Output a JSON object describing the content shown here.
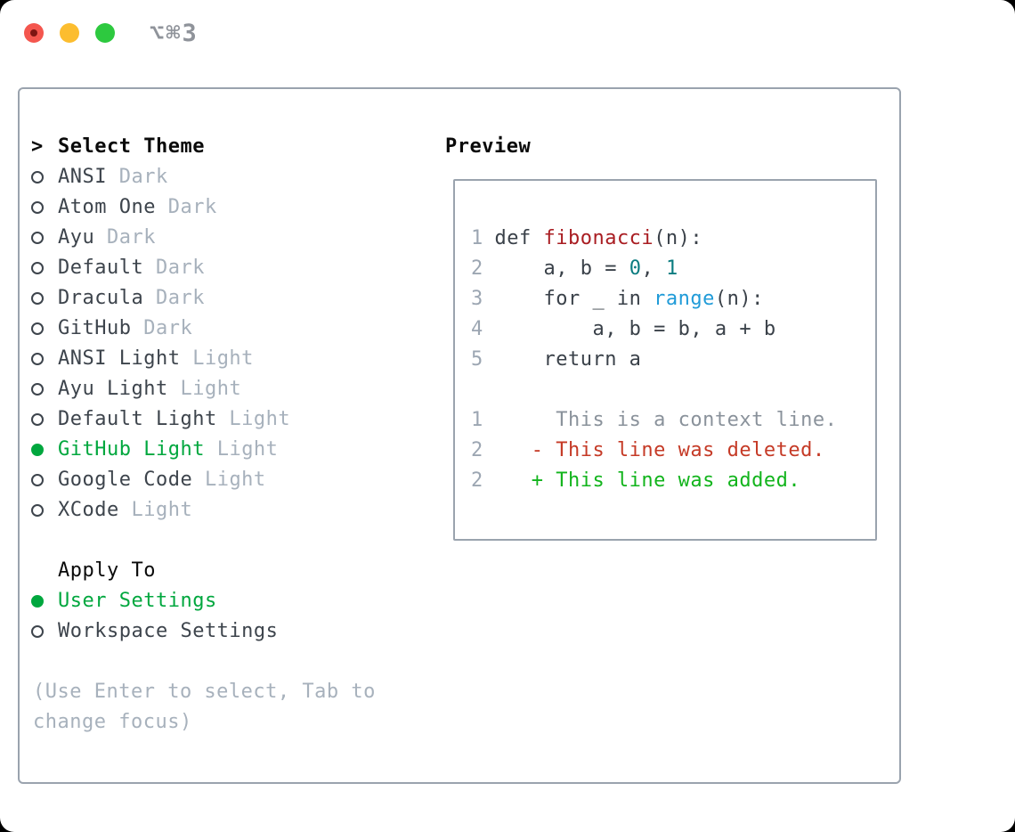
{
  "window": {
    "title": "⌥⌘3"
  },
  "colors": {
    "light_red": "#f4564e",
    "light_yellow": "#fcbd2f",
    "light_green": "#2dc93f",
    "title_gray": "#8f939a",
    "panel_border": "#9aa3ae",
    "item_text": "#3d444c",
    "variant_tag": "#a7b1bc",
    "help_text": "#a7b1bc",
    "select_green": "#00a73e",
    "line_number": "#9ca6b2",
    "code_text": "#3a4149",
    "func_red": "#a91d22",
    "number_teal": "#0b7c80",
    "builtin_blue": "#209bd8",
    "context_gray": "#8a929b",
    "deleted_red": "#c53a26",
    "added_green": "#12b41c"
  },
  "theme_panel": {
    "header": {
      "cursor": ">",
      "label": "Select Theme"
    },
    "items": [
      {
        "name": "ANSI",
        "variant": "Dark",
        "selected": false
      },
      {
        "name": "Atom One",
        "variant": "Dark",
        "selected": false
      },
      {
        "name": "Ayu",
        "variant": "Dark",
        "selected": false
      },
      {
        "name": "Default",
        "variant": "Dark",
        "selected": false
      },
      {
        "name": "Dracula",
        "variant": "Dark",
        "selected": false
      },
      {
        "name": "GitHub",
        "variant": "Dark",
        "selected": false
      },
      {
        "name": "ANSI Light",
        "variant": "Light",
        "selected": false
      },
      {
        "name": "Ayu Light",
        "variant": "Light",
        "selected": false
      },
      {
        "name": "Default Light",
        "variant": "Light",
        "selected": false
      },
      {
        "name": "GitHub Light",
        "variant": "Light",
        "selected": true
      },
      {
        "name": "Google Code",
        "variant": "Light",
        "selected": false
      },
      {
        "name": "XCode",
        "variant": "Light",
        "selected": false
      }
    ],
    "apply_to": {
      "header": "Apply To",
      "options": [
        {
          "label": "User Settings",
          "selected": true
        },
        {
          "label": "Workspace Settings",
          "selected": false
        }
      ]
    },
    "help_lines": [
      "(Use Enter to select, Tab to",
      "change focus)"
    ]
  },
  "preview": {
    "header": "Preview",
    "lines": [
      {
        "num": "1",
        "tokens": [
          {
            "t": "def ",
            "c": "code"
          },
          {
            "t": "fibonacci",
            "c": "func"
          },
          {
            "t": "(n):",
            "c": "code"
          }
        ]
      },
      {
        "num": "2",
        "tokens": [
          {
            "t": "    a, b = ",
            "c": "code"
          },
          {
            "t": "0",
            "c": "num"
          },
          {
            "t": ", ",
            "c": "code"
          },
          {
            "t": "1",
            "c": "num"
          }
        ]
      },
      {
        "num": "3",
        "tokens": [
          {
            "t": "    for _ in ",
            "c": "code"
          },
          {
            "t": "range",
            "c": "builtin"
          },
          {
            "t": "(n):",
            "c": "code"
          }
        ]
      },
      {
        "num": "4",
        "tokens": [
          {
            "t": "        a, b = b, a + b",
            "c": "code"
          }
        ]
      },
      {
        "num": "5",
        "tokens": [
          {
            "t": "    return a",
            "c": "code"
          }
        ]
      },
      {
        "num": "",
        "tokens": []
      },
      {
        "num": "1",
        "tokens": [
          {
            "t": "     This is a context line.",
            "c": "context"
          }
        ]
      },
      {
        "num": "2",
        "tokens": [
          {
            "t": "   - This line was deleted.",
            "c": "deleted"
          }
        ]
      },
      {
        "num": "2",
        "tokens": [
          {
            "t": "   + This line was added.",
            "c": "added"
          }
        ]
      }
    ]
  }
}
